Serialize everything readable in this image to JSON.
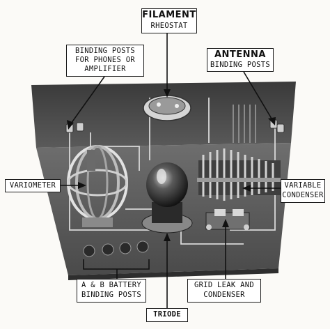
{
  "labels": {
    "filament_rheostat": {
      "line1": "FILAMENT",
      "line2": "RHEOSTAT"
    },
    "binding_posts_phones": {
      "line1": "BINDING POSTS",
      "line2": "FOR PHONES OR",
      "line3": "AMPLIFIER"
    },
    "antenna_binding_posts": {
      "line1": "ANTENNA",
      "line2": "BINDING POSTS"
    },
    "variometer": "VARIOMETER",
    "variable_condenser": {
      "line1": "VARIABLE",
      "line2": "CONDENSER"
    },
    "battery_binding_posts": {
      "line1": "A & B BATTERY",
      "line2": "BINDING POSTS"
    },
    "grid_leak_condenser": {
      "line1": "GRID LEAK AND",
      "line2": "CONDENSER"
    },
    "triode": "TRIODE"
  }
}
